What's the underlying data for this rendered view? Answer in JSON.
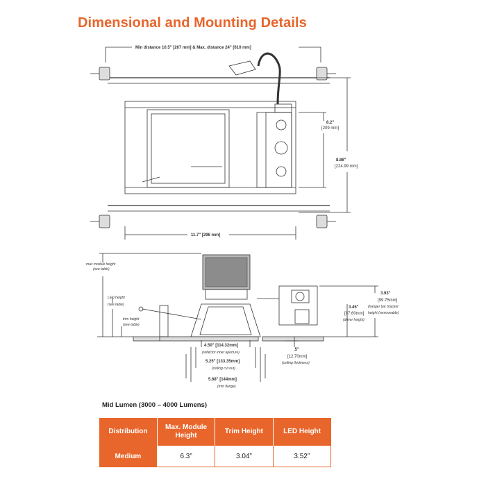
{
  "title": "Dimensional and Mounting Details",
  "top_view": {
    "bar_distance": "Min distance 10.5\" [267 mm]  & Max. distance 24\" [610 mm]",
    "depth_driver": "8.2\"",
    "depth_driver_mm": "[209 mm]",
    "depth_total": "8.86\"",
    "depth_total_mm": "[224.99 mm]",
    "width": "11.7\" [296 mm]"
  },
  "side_view": {
    "max_module_height_1": "max module height",
    "max_module_height_2": "(see table)",
    "led_height_1": "LED height",
    "led_height_2": "(see table)",
    "trim_height_1": "trim height",
    "trim_height_2": "(see table)",
    "hanger_height": "3.93\"",
    "hanger_height_mm": "[99.75mm]",
    "hanger_note_1": "(hanger bar bracket",
    "hanger_note_2": "height (removeable)",
    "driver_height": "3.45\"",
    "driver_height_mm": "[87.60mm]",
    "driver_note": "(driver height)",
    "ceiling_thickness": ".5\"",
    "ceiling_thickness_mm": "[12.70mm]",
    "ceiling_note": "(ceiling thickness)",
    "aperture": "4.50\"  [114.32mm]",
    "aperture_note": "(reflector inner aperture)",
    "cutout": "5.25\"  [133.35mm]",
    "cutout_note": "(ceiling cut out)",
    "flange": "5.68\"  [144mm]",
    "flange_note": "(trim flange)"
  },
  "table": {
    "title": "Mid Lumen (3000 – 4000 Lumens)",
    "headers": [
      "Distribution",
      "Max. Module Height",
      "Trim Height",
      "LED Height"
    ],
    "rows": [
      [
        "Medium",
        "6.3”",
        "3.04”",
        "3.52”"
      ]
    ],
    "header_color": "#e8652b"
  }
}
